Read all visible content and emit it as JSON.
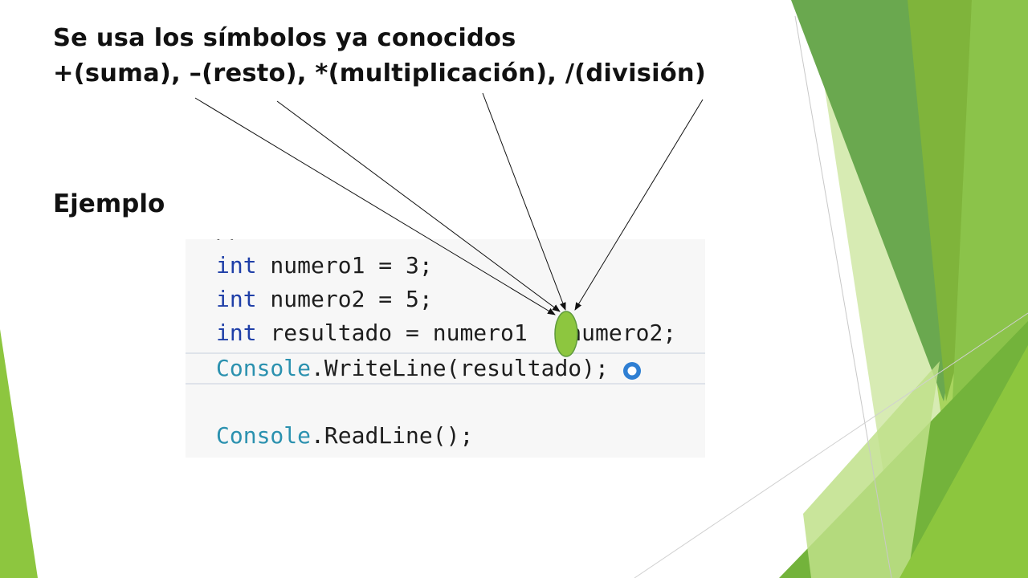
{
  "slide": {
    "title_line1": "Se usa los símbolos ya conocidos",
    "title_line2": "+(suma), –(resto), *(multiplicación), /(división)",
    "example_heading": "Ejemplo"
  },
  "code": {
    "top_fragment": "//",
    "line1_kw": "int",
    "line1_rest": " numero1 = 3;",
    "line2_kw": "int",
    "line2_rest": " numero2 = 5;",
    "line3_kw": "int",
    "line3_rest": " resultado = numero1   numero2;",
    "line4_cls": "Console",
    "line4_rest": ".WriteLine(resultado);",
    "line5_cls": "Console",
    "line5_rest": ".ReadLine();"
  },
  "colors": {
    "accent_green": "#8dc63f",
    "dark_green": "#5f9a3c",
    "keyword_blue": "#1f3fa8",
    "class_teal": "#2b91af",
    "circle_blue": "#2f7fd3"
  },
  "icons": {
    "operator_placeholder": "green-ellipse",
    "breakpoint_marker": "blue-ring-icon"
  }
}
